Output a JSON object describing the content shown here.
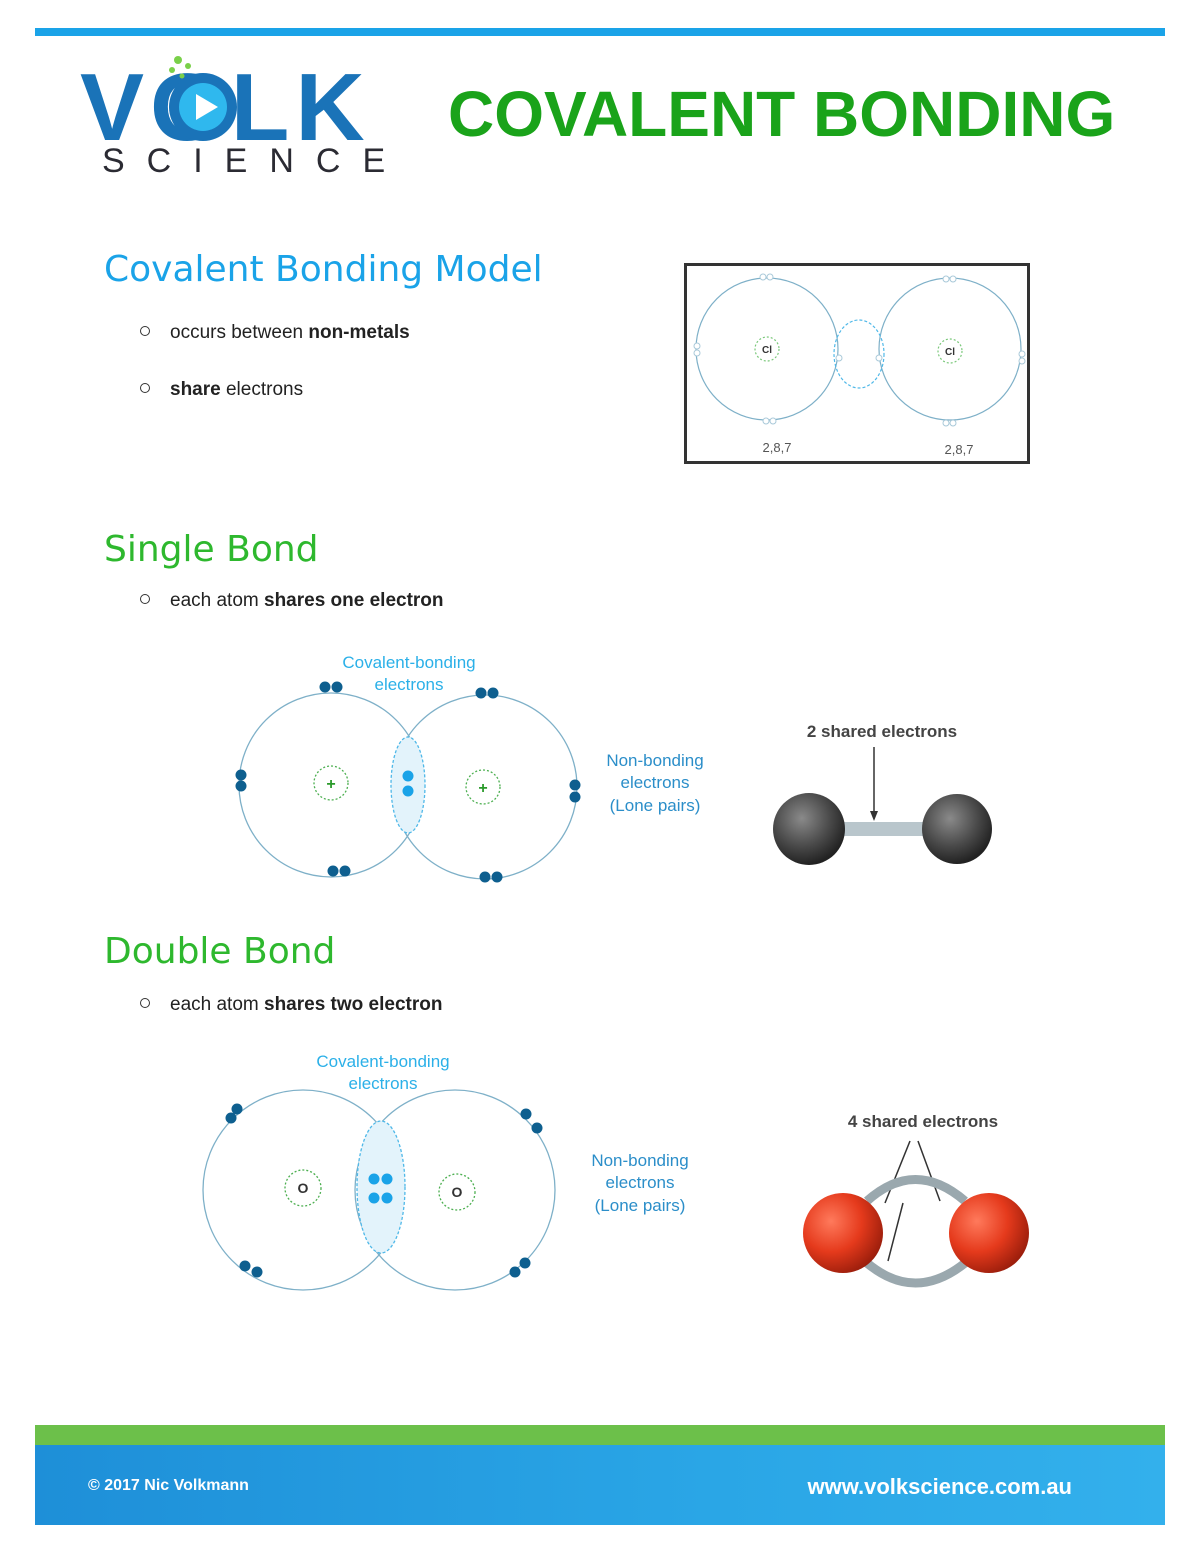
{
  "header": {
    "logo_main": "VOLK",
    "logo_sub": "SCIENCE",
    "title": "COVALENT BONDING"
  },
  "model": {
    "heading": "Covalent Bonding Model",
    "bullet1": {
      "pre": "occurs between ",
      "bold": "non-metals"
    },
    "bullet2": {
      "bold": "share",
      "post": " electrons"
    },
    "diagram": {
      "atom_left": "Cl",
      "atom_right": "Cl",
      "config_left": "2,8,7",
      "config_right": "2,8,7"
    }
  },
  "single": {
    "heading": "Single Bond",
    "bullet": {
      "pre": "each atom ",
      "bold": "shares one electron"
    },
    "label_bonding_1": "Covalent-bonding",
    "label_bonding_2": "electrons",
    "label_nonbonding_1": "Non-bonding",
    "label_nonbonding_2": "electrons",
    "label_nonbonding_3": "(Lone pairs)",
    "nucleus_symbol": "+",
    "model_label": "2 shared electrons"
  },
  "double": {
    "heading": "Double Bond",
    "bullet": {
      "pre": "each atom ",
      "bold": "shares two electron"
    },
    "label_bonding_1": "Covalent-bonding",
    "label_bonding_2": "electrons",
    "label_nonbonding_1": "Non-bonding",
    "label_nonbonding_2": "electrons",
    "label_nonbonding_3": "(Lone pairs)",
    "atom_left": "O",
    "atom_right": "O",
    "model_label": "4 shared electrons"
  },
  "footer": {
    "copyright": "© 2017 Nic Volkmann",
    "url": "www.volkscience.com.au"
  },
  "colors": {
    "top_bar": "#1aa3e8",
    "title_green": "#1aa31a",
    "heading_blue": "#1aa3e8",
    "heading_green": "#2eb82e",
    "footer_green": "#6cc04a",
    "footer_blue": "#1e8fd8",
    "electron": "#0e5f8f",
    "bonding_electron": "#1aa3e8"
  }
}
